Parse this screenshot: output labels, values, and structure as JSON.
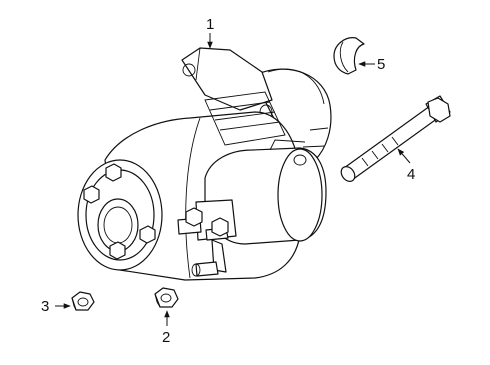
{
  "diagram": {
    "callouts": [
      {
        "id": "c1",
        "label": "1"
      },
      {
        "id": "c2",
        "label": "2"
      },
      {
        "id": "c3",
        "label": "3"
      },
      {
        "id": "c4",
        "label": "4"
      },
      {
        "id": "c5",
        "label": "5"
      }
    ],
    "parts": [
      {
        "ref": "1",
        "icon": "starter-motor-icon"
      },
      {
        "ref": "2",
        "icon": "hex-nut-icon"
      },
      {
        "ref": "3",
        "icon": "hex-nut-icon"
      },
      {
        "ref": "4",
        "icon": "bolt-icon"
      },
      {
        "ref": "5",
        "icon": "cover-cap-icon"
      }
    ],
    "colors": {
      "line": "#111111",
      "background": "#ffffff"
    }
  }
}
